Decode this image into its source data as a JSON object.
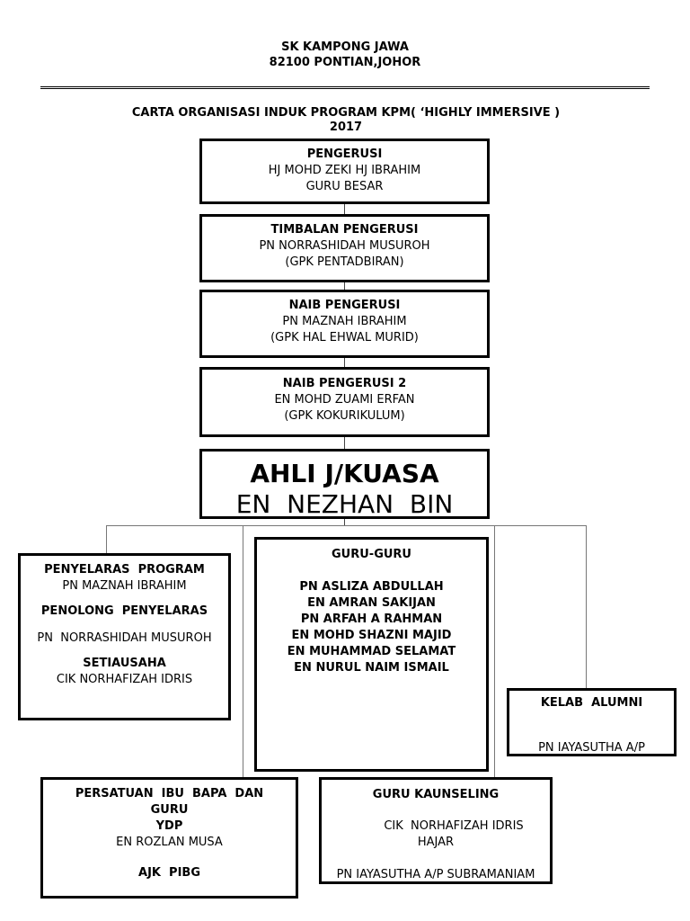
{
  "header": {
    "school_name": "SK KAMPONG JAWA",
    "school_address": "82100 PONTIAN,JOHOR"
  },
  "chart": {
    "title": "CARTA ORGANISASI INDUK  PROGRAM KPM( ‘HIGHLY  IMMERSIVE   )",
    "year": "2017"
  },
  "chair": {
    "role": "PENGERUSI",
    "name": "HJ MOHD ZEKI HJ IBRAHIM",
    "position": "GURU BESAR"
  },
  "deputy_chair": {
    "role": "TIMBALAN PENGERUSI",
    "name": "PN NORRASHIDAH MUSUROH",
    "position": "(GPK PENTADBIRAN)"
  },
  "vice_chair": {
    "role": "NAIB PENGERUSI",
    "name": "PN MAZNAH IBRAHIM",
    "position": "(GPK HAL EHWAL MURID)"
  },
  "vice_chair_2": {
    "role": "NAIB PENGERUSI 2",
    "name": "EN MOHD ZUAMI ERFAN",
    "position": "(GPK KOKURIKULUM)"
  },
  "committee": {
    "title": "AHLI J/KUASA",
    "name_partial": "EN  NEZHAN  BIN"
  },
  "coordinator": {
    "role": "PENYELARAS  PROGRAM",
    "name": "PN MAZNAH IBRAHIM",
    "assistant_role": "PENOLONG  PENYELARAS",
    "assistant_name": "PN  NORRASHIDAH MUSUROH",
    "secretary_role": "SETIAUSAHA",
    "secretary_name": "CIK NORHAFIZAH IDRIS"
  },
  "teachers": {
    "title": "GURU-GURU",
    "members": [
      "PN ASLIZA ABDULLAH",
      "EN AMRAN SAKIJAN",
      "PN ARFAH A RAHMAN",
      "EN MOHD SHAZNI MAJID",
      "EN MUHAMMAD SELAMAT",
      "EN NURUL NAIM ISMAIL"
    ]
  },
  "alumni": {
    "title": "KELAB  ALUMNI",
    "name_partial": "PN IAYASUTHA A/P"
  },
  "pta": {
    "title_line1": "PERSATUAN  IBU  BAPA  DAN",
    "title_line2": "GURU",
    "role": "YDP",
    "name": "EN ROZLAN MUSA",
    "committee": "AJK  PIBG"
  },
  "counselor": {
    "title": "GURU KAUNSELING",
    "name1": "CIK  NORHAFIZAH IDRIS",
    "name1_cont": "HAJAR",
    "name2": "PN IAYASUTHA A/P SUBRAMANIAM"
  }
}
